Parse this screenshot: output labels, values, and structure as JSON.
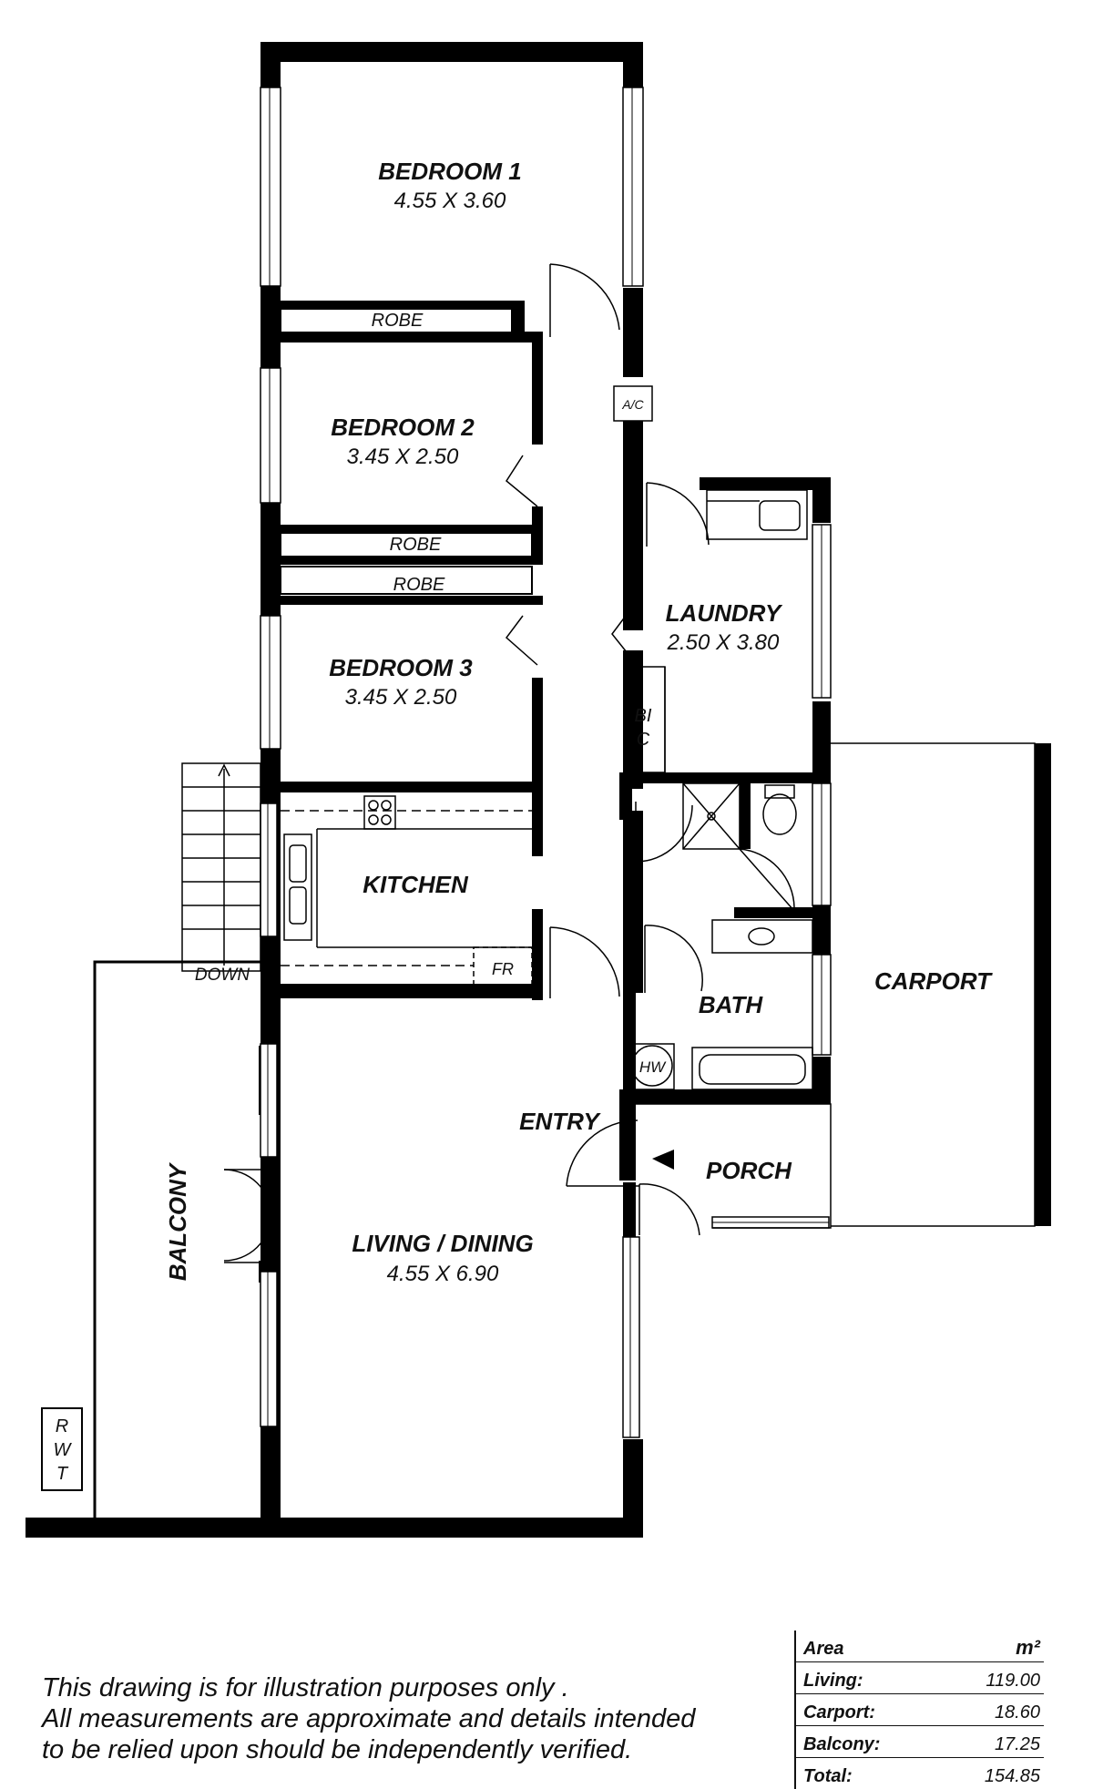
{
  "rooms": {
    "bedroom1": {
      "name": "BEDROOM 1",
      "dims": "4.55 X 3.60"
    },
    "bedroom2": {
      "name": "BEDROOM 2",
      "dims": "3.45 X 2.50"
    },
    "bedroom3": {
      "name": "BEDROOM 3",
      "dims": "3.45 X 2.50"
    },
    "laundry": {
      "name": "LAUNDRY",
      "dims": "2.50 X 3.80"
    },
    "kitchen": {
      "name": "KITCHEN"
    },
    "bath": {
      "name": "BATH"
    },
    "carport": {
      "name": "CARPORT"
    },
    "entry": {
      "name": "ENTRY"
    },
    "porch": {
      "name": "PORCH"
    },
    "living": {
      "name": "LIVING / DINING",
      "dims": "4.55 X 6.90"
    },
    "balcony": {
      "name": "BALCONY"
    }
  },
  "labels": {
    "robe": "ROBE",
    "ac": "A/C",
    "bic_1": "BI",
    "bic_2": "C",
    "fr": "FR",
    "hw": "HW",
    "down": "DOWN",
    "rwt_1": "R",
    "rwt_2": "W",
    "rwt_3": "T"
  },
  "disclaimer": [
    "This drawing is for illustration purposes only .",
    "All measurements are approximate and details intended",
    "to be relied upon should be independently verified."
  ],
  "area_table": {
    "header_label": "Area",
    "header_unit": "m²",
    "rows": [
      {
        "label": "Living:",
        "value": "119.00"
      },
      {
        "label": "Carport:",
        "value": "18.60"
      },
      {
        "label": "Balcony:",
        "value": "17.25"
      },
      {
        "label": "Total:",
        "value": "154.85"
      }
    ]
  }
}
